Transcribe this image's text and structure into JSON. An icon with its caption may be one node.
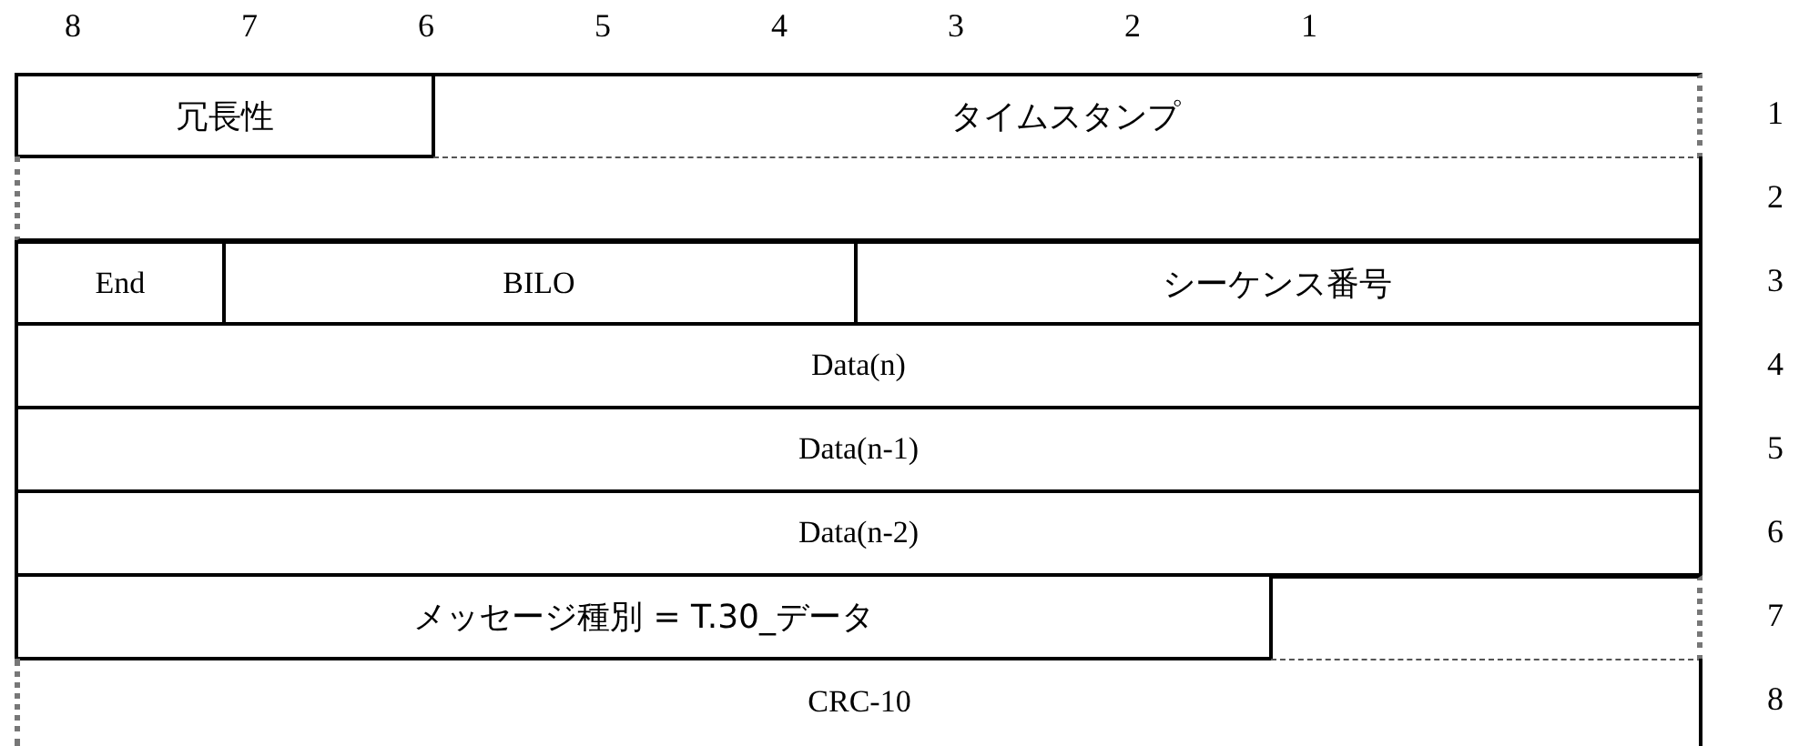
{
  "diagram": {
    "nodes": [
      {
        "text": [
          "冗長性"
        ]
      },
      {
        "text": [
          "タイムスタンプ"
        ]
      },
      {
        "text": [],
        "shape": "box"
      },
      {
        "text": [
          "End"
        ]
      },
      {
        "text": [
          "BILO"
        ]
      },
      {
        "text": [
          "シーケンス番号"
        ]
      },
      {
        "text": [
          "Data(n)"
        ]
      },
      {
        "text": [
          "Data(n-1)"
        ]
      },
      {
        "text": [
          "Data(n-2)"
        ]
      },
      {
        "text": [
          "メッセージ種別 = T.30_データ"
        ]
      },
      {
        "text": [],
        "shape": "box"
      },
      {
        "text": [
          "CRC-10"
        ]
      }
    ],
    "edges": [],
    "labels": [
      "8",
      "7",
      "6",
      "5",
      "4",
      "3",
      "2",
      "1",
      "1",
      "2",
      "3",
      "4",
      "5",
      "6",
      "7",
      "8"
    ]
  }
}
